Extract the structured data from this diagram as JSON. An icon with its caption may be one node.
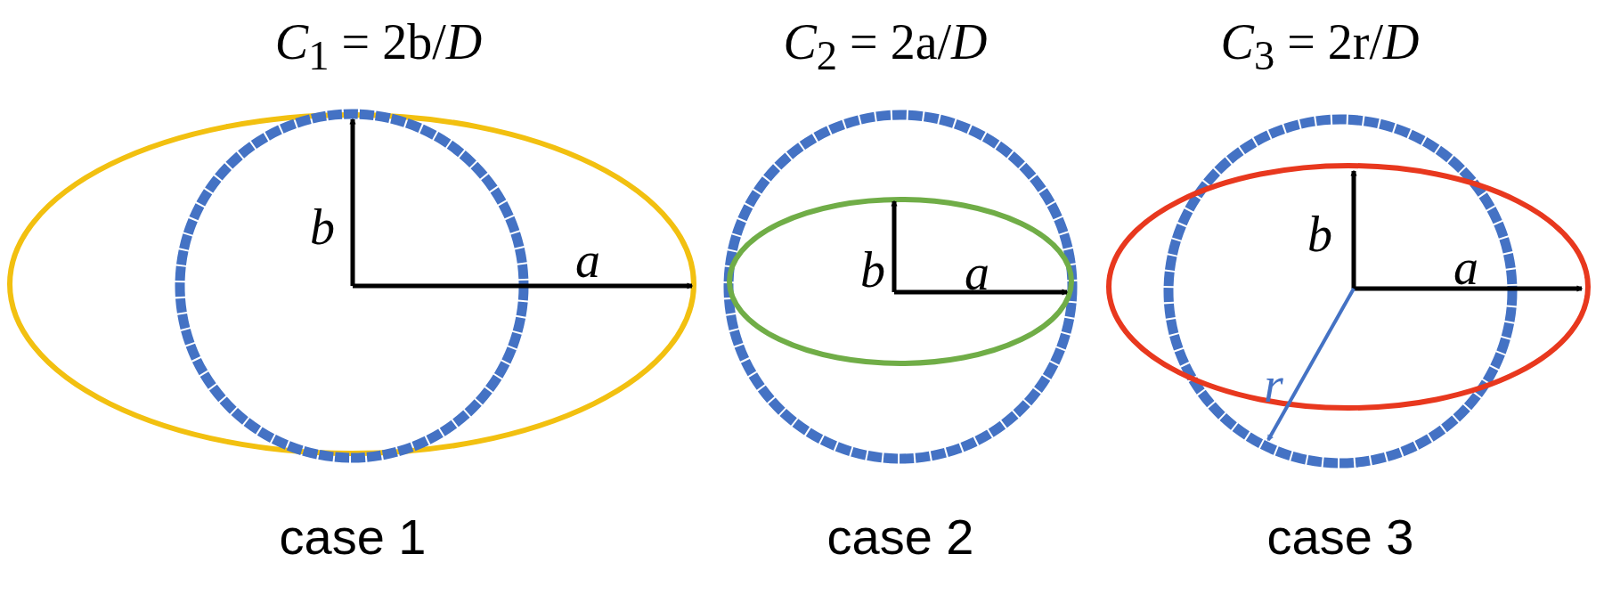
{
  "diagram": {
    "labels": [
      "*C*$_{1}$ = 2b/*D*",
      "*C*$_{2}$ = 2a/*D*",
      "*C*$_{3}$ = 2r/*D*",
      "b",
      "a",
      "b",
      "a",
      "b",
      "a",
      "r",
      "case 1",
      "case 2",
      "case 3"
    ]
  }
}
